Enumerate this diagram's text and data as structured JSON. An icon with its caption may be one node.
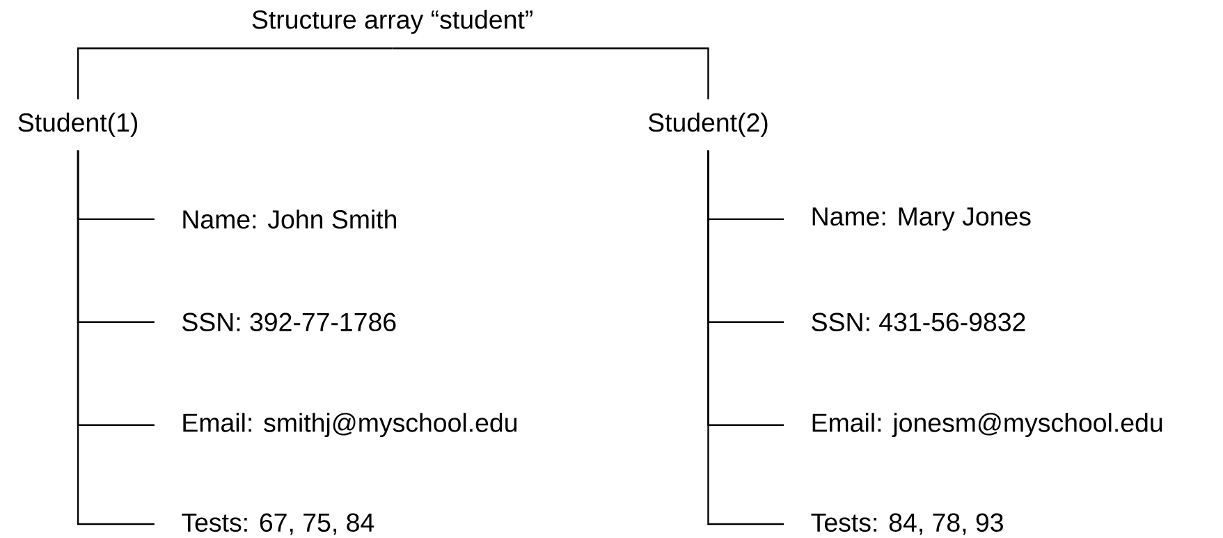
{
  "diagram": {
    "nodes": [
      {
        "text": [
          "Structure array “student”"
        ]
      },
      {
        "text": [
          "Student(1)"
        ]
      },
      {
        "text": [
          "Name: John Smith"
        ]
      },
      {
        "text": [
          "SSN: 392-77-1786"
        ]
      },
      {
        "text": [
          "Email: smithj@myschool.edu"
        ]
      },
      {
        "text": [
          "Tests: 67, 75, 84"
        ]
      },
      {
        "text": [
          "Student(2)"
        ]
      },
      {
        "text": [
          "Name: Mary Jones"
        ]
      },
      {
        "text": [
          "SSN: 431-56-9832"
        ]
      },
      {
        "text": [
          "Email: jonesm@myschool.edu"
        ]
      },
      {
        "text": [
          "Tests: 84, 78, 93"
        ]
      }
    ],
    "edges": [
      {
        "from": 0,
        "to": 1,
        "arrow": "none"
      },
      {
        "from": 0,
        "to": 6,
        "arrow": "none"
      },
      {
        "from": 1,
        "to": 2,
        "arrow": "none"
      },
      {
        "from": 1,
        "to": 3,
        "arrow": "none"
      },
      {
        "from": 1,
        "to": 4,
        "arrow": "none"
      },
      {
        "from": 1,
        "to": 5,
        "arrow": "none"
      },
      {
        "from": 6,
        "to": 7,
        "arrow": "none"
      },
      {
        "from": 6,
        "to": 8,
        "arrow": "none"
      },
      {
        "from": 6,
        "to": 9,
        "arrow": "none"
      },
      {
        "from": 6,
        "to": 10,
        "arrow": "none"
      }
    ]
  }
}
